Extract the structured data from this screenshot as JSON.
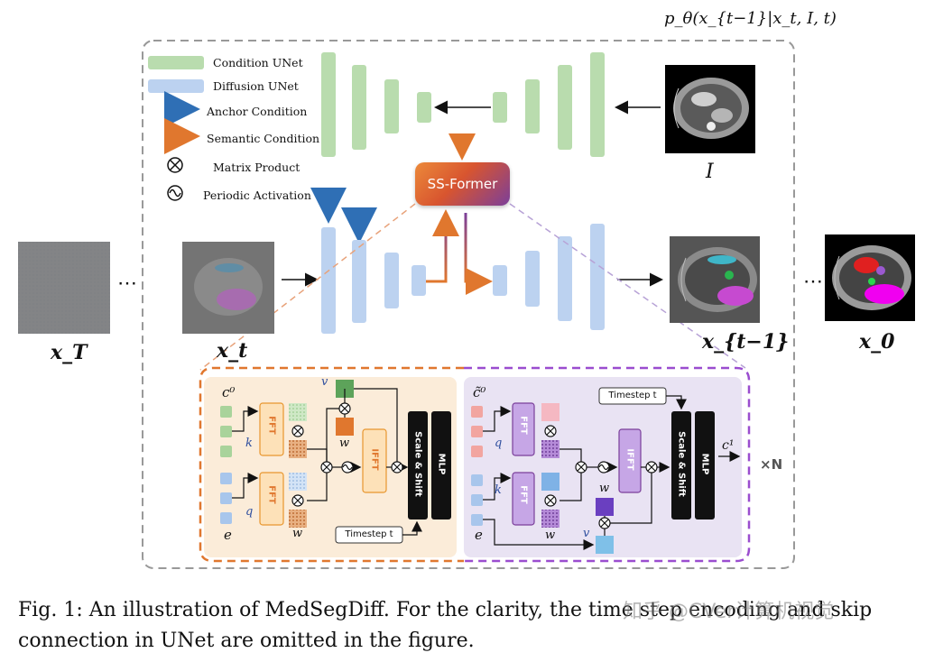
{
  "figure": {
    "top_formula": "p_θ(x_{t−1}|x_t, I, t)",
    "legend": {
      "condition_unet": "Condition UNet",
      "diffusion_unet": "Diffusion UNet",
      "anchor_condition": "Anchor Condition",
      "semantic_condition": "Semantic Condition",
      "matrix_product": "Matrix Product",
      "periodic_activation": "Periodic Activation"
    },
    "labels": {
      "xT": "x_T",
      "xt": "x_t",
      "xt_minus_1": "x_{t−1}",
      "x0": "x_0",
      "I": "I",
      "dots": "⋯",
      "ss_former": "SS-Former",
      "times_n": "×N"
    },
    "detail_left": {
      "c0": "c⁰",
      "e": "e",
      "k": "k",
      "q": "q",
      "v": "v",
      "w_top": "w",
      "w_bottom": "w",
      "fft_top": "FFT",
      "fft_bottom": "FFT",
      "ifft": "IFFT",
      "scale_shift": "Scale & Shift",
      "mlp": "MLP",
      "timestep": "Timestep t"
    },
    "detail_right": {
      "c0": "c̃⁰",
      "e": "e",
      "k": "k",
      "q": "q",
      "v": "v",
      "w_top": "w",
      "w_bottom": "w",
      "fft_top": "FFT",
      "fft_bottom": "FFT",
      "ifft": "IFFT",
      "scale_shift": "Scale & Shift",
      "mlp": "MLP",
      "timestep": "Timestep t",
      "c1": "c¹"
    },
    "colors": {
      "condition_green": "#b9dcae",
      "diffusion_blue": "#bcd2f0",
      "anchor_arrow": "#3a9b7a",
      "semantic_arrow": "#e0772e",
      "left_panel": "#fbecd9",
      "right_panel": "#e9e3f3",
      "orange_border": "#e0772e",
      "purple_border": "#9a4dcf"
    }
  },
  "caption": {
    "text": "Fig. 1: An illustration of MedSegDiff. For the clarity, the time step encoding and skip connection in UNet are omitted in the figure.",
    "watermark": "知乎 @CVer计算机视觉"
  }
}
